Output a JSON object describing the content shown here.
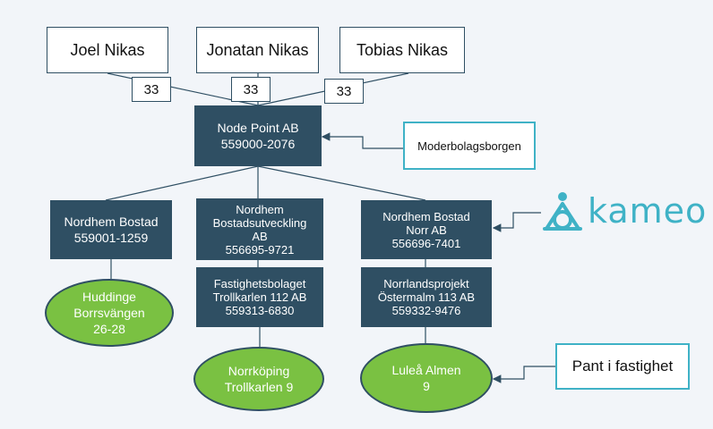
{
  "owners": [
    {
      "name": "Joel Nikas",
      "share": "33"
    },
    {
      "name": "Jonatan Nikas",
      "share": "33"
    },
    {
      "name": "Tobias Nikas",
      "share": "33"
    }
  ],
  "parent": {
    "name": "Node Point AB",
    "org": "559000-2076"
  },
  "parent_note": "Moderbolagsborgen",
  "subsidiaries": [
    {
      "name": "Nordhem Bostad",
      "org": "559001-1259"
    },
    {
      "name": "Nordhem\nBostadsutveckling\nAB",
      "org": "556695-9721"
    },
    {
      "name": "Nordhem Bostad\nNorr AB",
      "org": "556696-7401"
    }
  ],
  "sub_subsidiaries": [
    {
      "name": "Fastighetsbolaget\nTrollkarlen 112 AB",
      "org": "559313-6830"
    },
    {
      "name": "Norrlandsprojekt\nÖstermalm 113 AB",
      "org": "559332-9476"
    }
  ],
  "properties": [
    {
      "name": "Huddinge\nBorrsvängen\n26-28"
    },
    {
      "name": "Norrköping\nTrollkarlen 9"
    },
    {
      "name": "Luleå Almen\n9"
    }
  ],
  "property_note": "Pant i fastighet",
  "logo": {
    "text": "kameo",
    "color": "#3fb2c6"
  }
}
